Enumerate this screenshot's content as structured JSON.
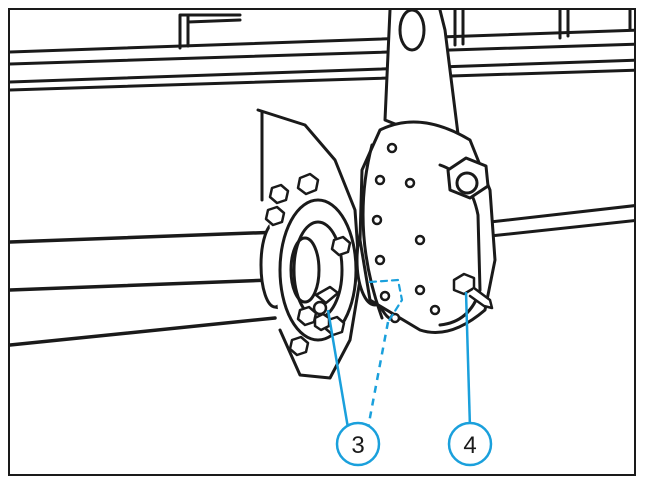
{
  "callouts": [
    {
      "id": "3",
      "label": "3"
    },
    {
      "id": "4",
      "label": "4"
    }
  ],
  "colors": {
    "line_art": "#1a1a1a",
    "callout": "#1aa0dc",
    "background": "#ffffff"
  }
}
